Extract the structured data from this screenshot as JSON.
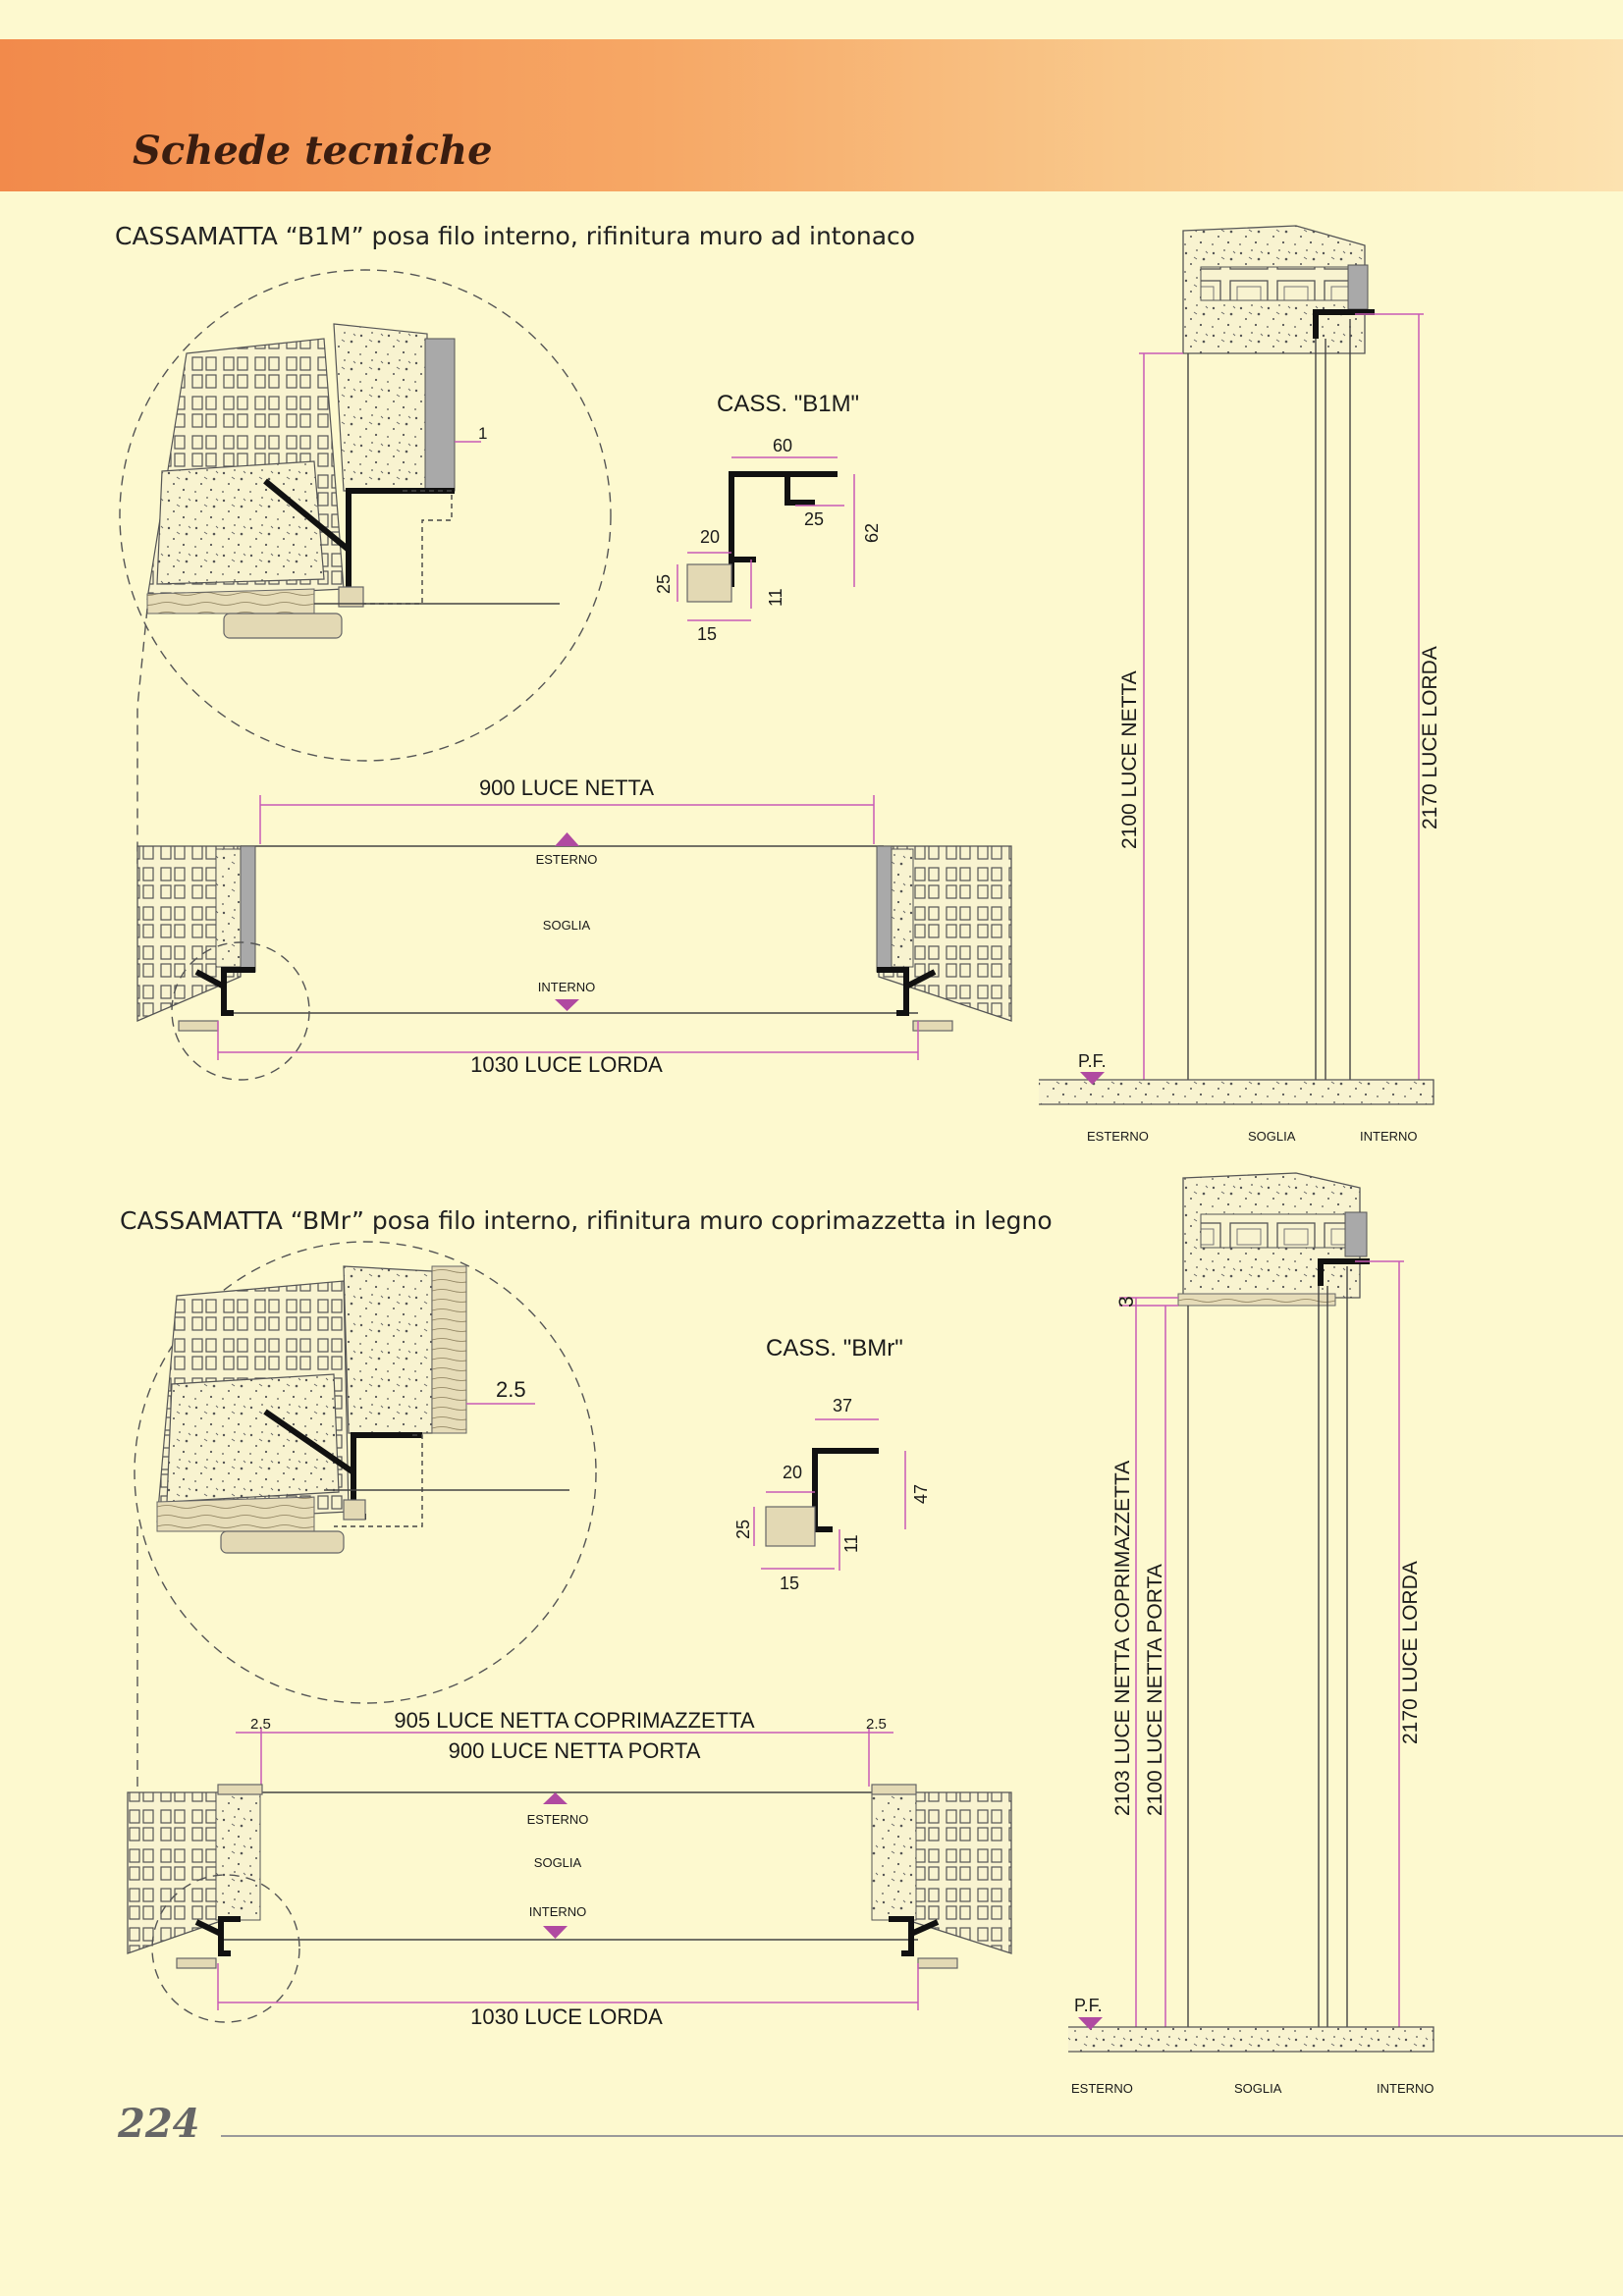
{
  "header": {
    "title": "Schede tecniche"
  },
  "section1": {
    "heading": "CASSAMATTA “B1M”  posa filo interno, rifinitura muro ad intonaco",
    "cass_title": "CASS. \"B1M\"",
    "profile_dims": [
      "60",
      "25",
      "62",
      "20",
      "25",
      "11",
      "15"
    ],
    "detail_dim": "1",
    "plan": {
      "luce_netta": "900 LUCE NETTA",
      "luce_lorda": "1030 LUCE LORDA",
      "esterno": "ESTERNO",
      "soglia": "SOGLIA",
      "interno": "INTERNO"
    },
    "elevation": {
      "luce_netta": "2100 LUCE NETTA",
      "luce_lorda": "2170 LUCE LORDA",
      "pf": "P.F.",
      "esterno": "ESTERNO",
      "soglia": "SOGLIA",
      "interno": "INTERNO"
    }
  },
  "section2": {
    "heading": "CASSAMATTA “BMr” posa filo interno, rifinitura muro coprimazzetta in legno",
    "cass_title": "CASS. \"BMr\"",
    "profile_dims": [
      "37",
      "20",
      "47",
      "25",
      "11",
      "15"
    ],
    "detail_dim": "2.5",
    "plan": {
      "gap_left": "2.5",
      "gap_right": "2.5",
      "luce_netta_copri": "905 LUCE NETTA COPRIMAZZETTA",
      "luce_netta_porta": "900 LUCE NETTA PORTA",
      "luce_lorda": "1030 LUCE LORDA",
      "esterno": "ESTERNO",
      "soglia": "SOGLIA",
      "interno": "INTERNO"
    },
    "elevation": {
      "top_gap": "3",
      "luce_copri": "2103 LUCE NETTA COPRIMAZZETTA",
      "luce_porta": "2100 LUCE NETTA PORTA",
      "luce_lorda": "2170 LUCE LORDA",
      "pf": "P.F.",
      "esterno": "ESTERNO",
      "soglia": "SOGLIA",
      "interno": "INTERNO"
    }
  },
  "footer": {
    "page_number": "224"
  },
  "colors": {
    "band_start": "#f28a4b",
    "band_end": "#fce2b0",
    "background": "#fdf9cf",
    "dimension": "#c85bb6",
    "arrow": "#b04aa1"
  }
}
